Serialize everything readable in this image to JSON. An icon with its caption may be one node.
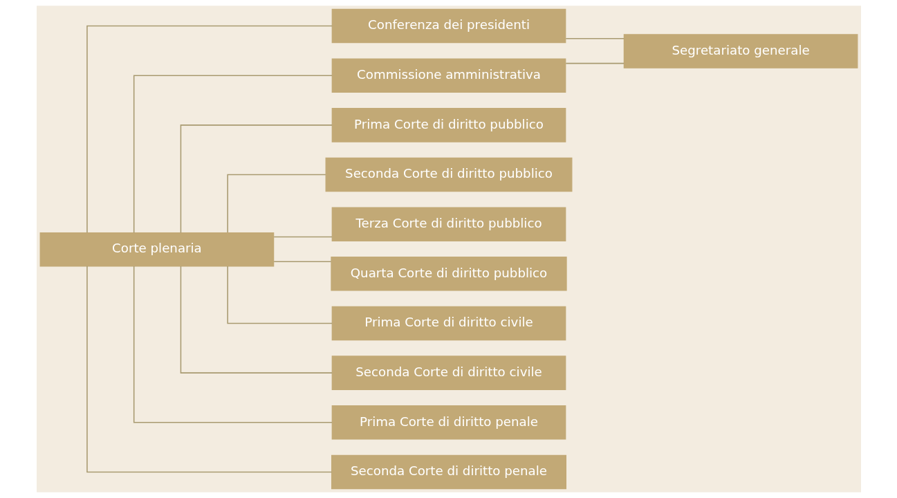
{
  "diagram": {
    "nodes": [
      {
        "text": [
          "Corte plenaria"
        ]
      },
      {
        "text": [
          "Conferenza dei presidenti"
        ]
      },
      {
        "text": [
          "Commissione amministrativa"
        ]
      },
      {
        "text": [
          "Segretariato generale"
        ]
      },
      {
        "text": [
          "Prima Corte di diritto pubblico"
        ]
      },
      {
        "text": [
          "Seconda Corte di diritto pubblico"
        ]
      },
      {
        "text": [
          "Terza Corte di diritto pubblico"
        ]
      },
      {
        "text": [
          "Quarta Corte di diritto pubblico"
        ]
      },
      {
        "text": [
          "Prima Corte di diritto civile"
        ]
      },
      {
        "text": [
          "Seconda Corte di diritto civile"
        ]
      },
      {
        "text": [
          "Prima Corte di diritto penale"
        ]
      },
      {
        "text": [
          "Seconda Corte di diritto penale"
        ]
      }
    ],
    "edges": [
      {
        "from": 0,
        "to": 1,
        "arrow": "none"
      },
      {
        "from": 0,
        "to": 2,
        "arrow": "none"
      },
      {
        "from": 1,
        "to": 3,
        "arrow": "none"
      },
      {
        "from": 2,
        "to": 3,
        "arrow": "none"
      },
      {
        "from": 0,
        "to": 4,
        "arrow": "none"
      },
      {
        "from": 0,
        "to": 5,
        "arrow": "none"
      },
      {
        "from": 0,
        "to": 6,
        "arrow": "none"
      },
      {
        "from": 0,
        "to": 7,
        "arrow": "none"
      },
      {
        "from": 0,
        "to": 8,
        "arrow": "none"
      },
      {
        "from": 0,
        "to": 9,
        "arrow": "none"
      },
      {
        "from": 0,
        "to": 10,
        "arrow": "none"
      },
      {
        "from": 0,
        "to": 11,
        "arrow": "none"
      }
    ]
  }
}
